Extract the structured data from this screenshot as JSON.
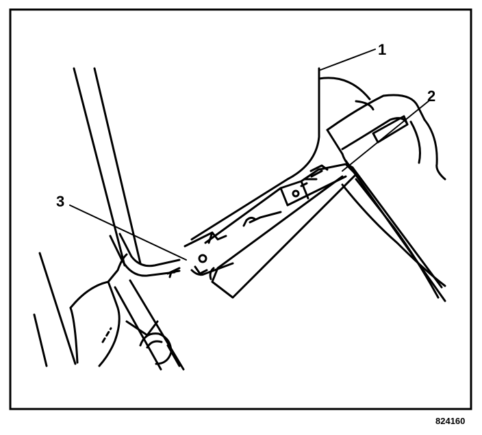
{
  "callouts": {
    "c1": "1",
    "c2": "2",
    "c3": "3"
  },
  "figure_id": "824160",
  "colors": {
    "ink": "#000000",
    "paper": "#ffffff"
  }
}
